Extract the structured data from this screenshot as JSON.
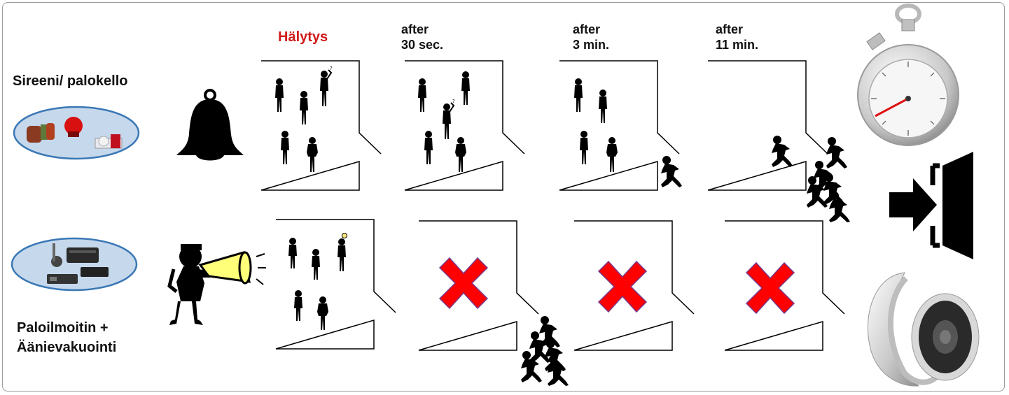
{
  "headers": {
    "alarm": "Hälytys",
    "t1": "after\n30 sec.",
    "t2": "after\n3 min.",
    "t3": "after\n11 min."
  },
  "rows": {
    "top_label": "Sireeni/ palokello",
    "bottom_label": "Paloilmoitin +\nÄänievakuointi"
  },
  "colors": {
    "alarm_text": "#d01a1a",
    "cross": "#ff0000",
    "ellipse_fill": "#c6d8ec",
    "ellipse_stroke": "#3a78b5"
  },
  "icons": {
    "bell": "bell-icon",
    "megaphone": "megaphone-person-icon",
    "stopwatch": "stopwatch-icon",
    "exit": "exit-door-icon",
    "speaker": "speaker-icon"
  }
}
